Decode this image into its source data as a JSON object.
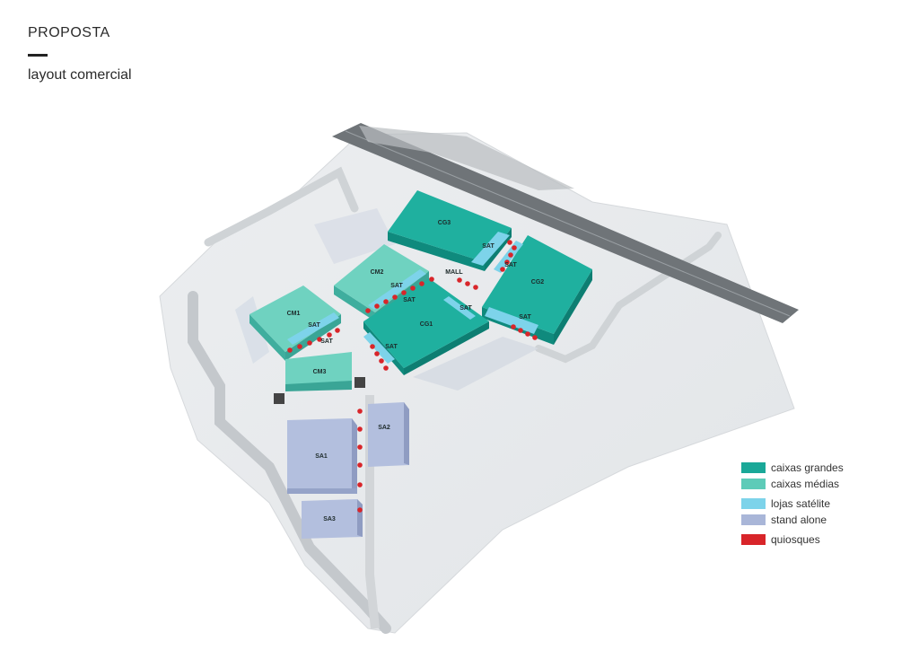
{
  "header": {
    "title": "PROPOSTA",
    "subtitle": "layout comercial"
  },
  "colors": {
    "caixas_grandes": "#1aa898",
    "caixas_medias": "#5dcbb8",
    "lojas_satelite": "#7dd3ea",
    "stand_alone": "#a9b6d8",
    "quiosques": "#d8252a"
  },
  "blocks": {
    "cg1": "CG1",
    "cg2": "CG2",
    "cg3": "CG3",
    "cm1": "CM1",
    "cm2": "CM2",
    "cm3": "CM3",
    "sa1": "SA1",
    "sa2": "SA2",
    "sa3": "SA3",
    "sat": "SAT",
    "mall": "MALL"
  },
  "legend": [
    {
      "label": "caixas grandes",
      "color": "#1aa898",
      "icon": "square-swatch"
    },
    {
      "label": "caixas médias",
      "color": "#5dcbb8",
      "icon": "square-swatch"
    },
    {
      "label": "lojas satélite",
      "color": "#7dd3ea",
      "icon": "square-swatch"
    },
    {
      "label": "stand alone",
      "color": "#a9b6d8",
      "icon": "square-swatch"
    },
    {
      "label": "quiosques",
      "color": "#d8252a",
      "icon": "square-swatch"
    }
  ]
}
